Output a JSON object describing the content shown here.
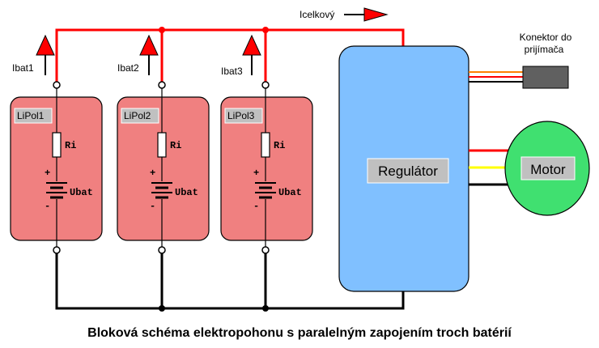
{
  "caption": "Bloková schéma elektropohonu s paralelným zapojením troch batérií",
  "current_total_label": "Icelkový",
  "connector_label_line1": "Konektor do",
  "connector_label_line2": "prijímača",
  "regulator_label": "Regulátor",
  "motor_label": "Motor",
  "batteries": [
    {
      "name": "LiPol1",
      "current_label": "Ibat1",
      "resistor_label": "Ri",
      "voltage_label": "Ubat",
      "plus": "+",
      "minus": "-"
    },
    {
      "name": "LiPol2",
      "current_label": "Ibat2",
      "resistor_label": "Ri",
      "voltage_label": "Ubat",
      "plus": "+",
      "minus": "-"
    },
    {
      "name": "LiPol3",
      "current_label": "Ibat3",
      "resistor_label": "Ri",
      "voltage_label": "Ubat",
      "plus": "+",
      "minus": "-"
    }
  ],
  "colors": {
    "battery_fill": "#f08080",
    "regulator_fill": "#80c0ff",
    "motor_fill": "#40e070",
    "positive_wire": "#ff0000",
    "negative_wire": "#000000",
    "signal_orange": "#ff8000",
    "signal_yellow": "#ffff00",
    "connector_fill": "#606060",
    "arrow": "#ff0000",
    "label_box": "#c0c0c0"
  }
}
